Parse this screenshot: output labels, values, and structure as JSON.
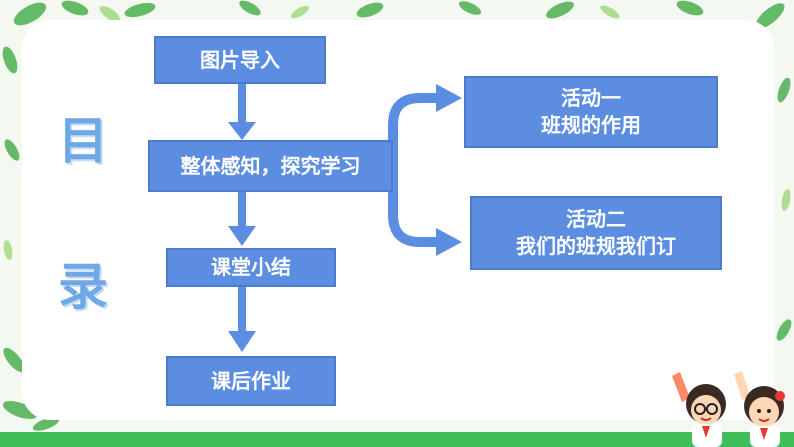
{
  "title": {
    "char1": "目",
    "char2": "录"
  },
  "flow": {
    "step1": "图片导入",
    "step2": "整体感知，探究学习",
    "step3": "课堂小结",
    "step4": "课后作业"
  },
  "activities": {
    "a1_line1": "活动一",
    "a1_line2": "班规的作用",
    "a2_line1": "活动二",
    "a2_line2": "我们的班规我们订"
  },
  "colors": {
    "box_fill": "#5b8ee0",
    "arrow": "#5b8ee0",
    "title": "#6fa8e6",
    "accent_green": "#3ebf5a"
  }
}
